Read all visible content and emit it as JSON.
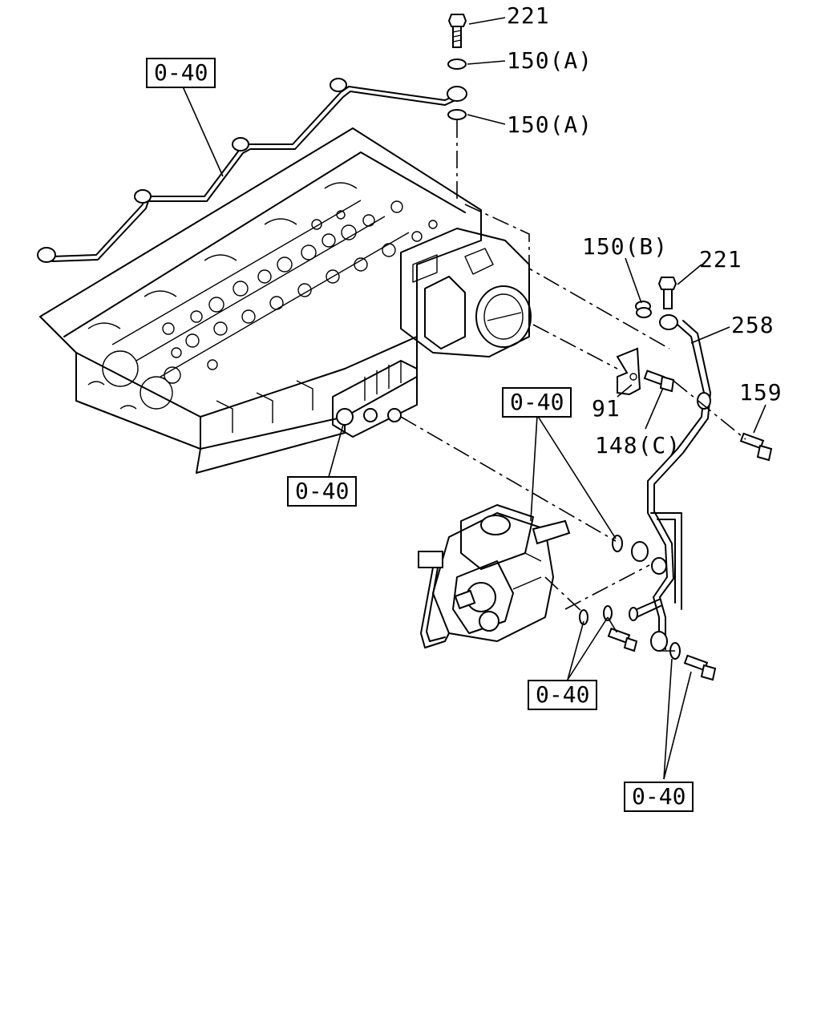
{
  "callouts": {
    "p221_top": "221",
    "p150a_1": "150(A)",
    "p150a_2": "150(A)",
    "p150b": "150(B)",
    "p221_right": "221",
    "p258": "258",
    "p159": "159",
    "p91": "91",
    "p148c": "148(C)"
  },
  "refs": {
    "r1": "0-40",
    "r2": "0-40",
    "r3": "0-40",
    "r4": "0-40",
    "r5": "0-40"
  }
}
